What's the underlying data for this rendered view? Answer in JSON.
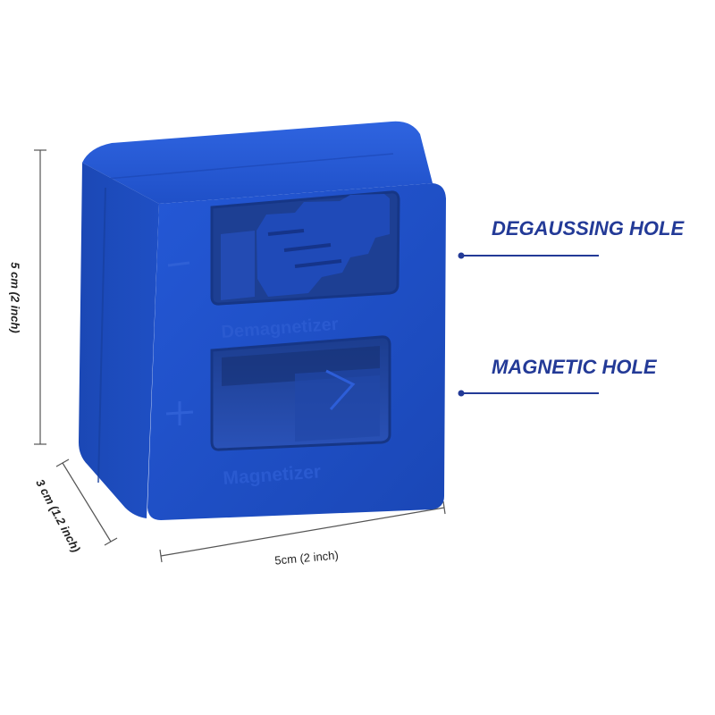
{
  "image": {
    "description_free": true
  },
  "dimensions": {
    "height": "5 cm (2 inch)",
    "depth": "3 cm (1.2 inch)",
    "width": "5cm (2 inch)"
  },
  "callouts": {
    "degaussing": "DEGAUSSING HOLE",
    "magnetic": "MAGNETIC HOLE"
  },
  "product": {
    "upper_emboss": "Demagnetizer",
    "lower_emboss": "Magnetizer",
    "minus_symbol": "—",
    "plus_symbol": "+"
  },
  "colors": {
    "body": "#1e4fc4",
    "body_dark": "#163a95",
    "body_side": "#153f9f",
    "hole_interior": "#1a3a86",
    "callout": "#233a97",
    "dimension_line": "#555555"
  }
}
